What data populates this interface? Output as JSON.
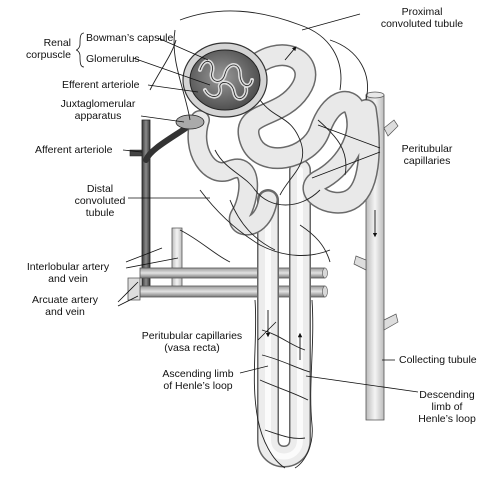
{
  "labels": {
    "renal_corpuscle": "Renal\ncorpuscle",
    "bowmans_capsule": "Bowman’s capsule",
    "glomerulus": "Glomerulus",
    "efferent_arteriole": "Efferent arteriole",
    "juxtaglomerular_apparatus": "Juxtaglomerular\napparatus",
    "afferent_arteriole": "Afferent arteriole",
    "distal_convoluted_tubule": "Distal\nconvoluted\ntubule",
    "interlobular_artery_vein": "Interlobular artery\nand vein",
    "arcuate_artery_vein": "Arcuate artery\nand vein",
    "proximal_convoluted_tubule": "Proximal\nconvoluted tubule",
    "peritubular_capillaries": "Peritubular\ncapillaries",
    "peritubular_capillaries_vasa_recta": "Peritubular capillaries\n(vasa recta)",
    "ascending_limb": "Ascending limb\nof Henle’s loop",
    "collecting_tubule": "Collecting tubule",
    "descending_limb": "Descending\nlimb of\nHenle’s loop"
  }
}
